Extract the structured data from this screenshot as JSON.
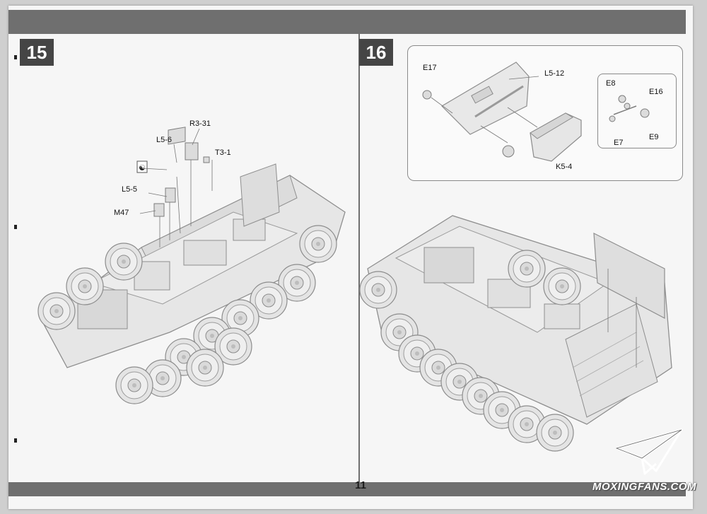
{
  "page": {
    "page_number": "11",
    "watermark": "MOXINGFANS.COM"
  },
  "steps": [
    {
      "number": "15",
      "parts": [
        "R3-31",
        "L5-6",
        "T3-1",
        "L5-5",
        "M47"
      ]
    },
    {
      "number": "16",
      "parts": [
        "E17",
        "L5-12",
        "K5-4"
      ],
      "inset_parts": [
        "E8",
        "E16",
        "E7",
        "E9"
      ]
    }
  ],
  "colors": {
    "band": "#6f6f6f",
    "badge": "#454545",
    "paper": "#f6f6f6",
    "line_art": "#9a9a9a"
  }
}
